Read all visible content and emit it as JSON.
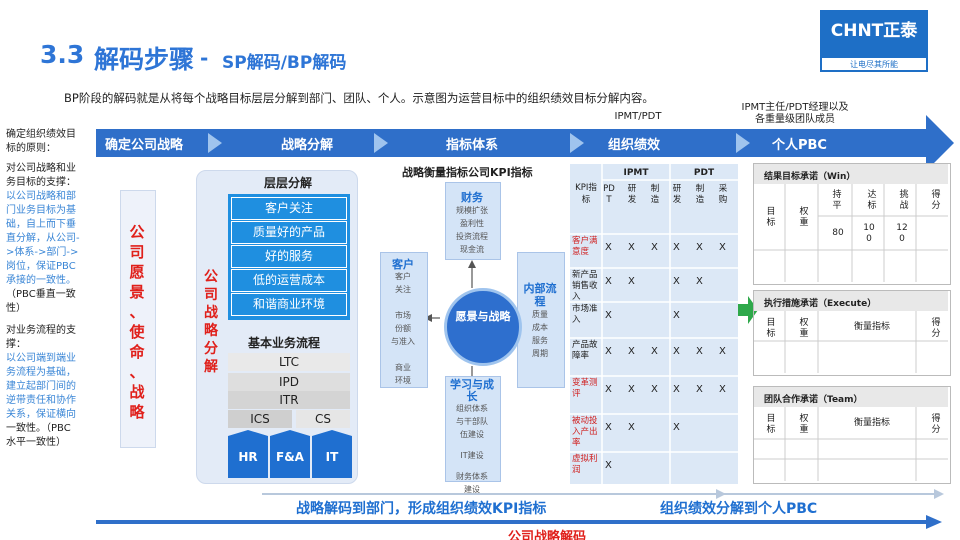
{
  "header": {
    "number": "3.3",
    "title": "解码步骤",
    "dash": "-",
    "subtitle": "SP解码/BP解码",
    "logo": "CHNT正泰",
    "slogan": "让电尽其所能"
  },
  "intro": "BP阶段的解码就是从将每个战略目标层层分解到部门、团队、个人。示意图为运营目标中的组织绩效目标分解内容。",
  "annotations": {
    "ipmt_pdt": "IPMT/PDT",
    "ipmt_leader_l1": "IPMT主任/PDT经理以及",
    "ipmt_leader_l2": "各重量级团队成员"
  },
  "stages": [
    "确定公司战略",
    "战略分解",
    "指标体系",
    "组织绩效",
    "个人PBC"
  ],
  "left_notes": {
    "lines": [
      {
        "text": "确定组织绩效目",
        "blue": false
      },
      {
        "text": "标的原则：",
        "blue": false
      },
      {
        "text": "对公司战略和业",
        "blue": false
      },
      {
        "text": "务目标的支撑：",
        "blue": false
      },
      {
        "text": "以公司战略和部",
        "blue": true
      },
      {
        "text": "门业务目标为基",
        "blue": true
      },
      {
        "text": "础，自上而下垂",
        "blue": true
      },
      {
        "text": "直分解，从公司-",
        "blue": true
      },
      {
        "text": ">体系->部门->",
        "blue": true
      },
      {
        "text": "岗位，保证PBC",
        "blue": true
      },
      {
        "text": "承接的一致性。",
        "blue": true
      },
      {
        "text": "（PBC垂直一致",
        "blue": false
      },
      {
        "text": "性）",
        "blue": false
      },
      {
        "text": "",
        "blue": false
      },
      {
        "text": "对业务流程的支",
        "blue": false
      },
      {
        "text": "撑：",
        "blue": false
      },
      {
        "text": "以公司端到端业",
        "blue": true
      },
      {
        "text": "务流程为基础，",
        "blue": true
      },
      {
        "text": "建立起部门间的",
        "blue": true
      },
      {
        "text": "逆带责任和协作",
        "blue": true
      },
      {
        "text": "关系，保证横向",
        "blue": true
      },
      {
        "text": "一致性。（PBC",
        "blue": false
      },
      {
        "text": "水平一致性）",
        "blue": false
      }
    ]
  },
  "vision": "公司愿景、使命、战略",
  "strategy_decomp": {
    "vertical_label": "公司战略分解",
    "layers_title": "层层分解",
    "layers": [
      "客户关注",
      "质量好的产品",
      "好的服务",
      "低的运营成本",
      "和谐商业环境"
    ],
    "flow_title": "基本业务流程",
    "flows": [
      "LTC",
      "IPD",
      "ITR",
      "ICS",
      "CS"
    ],
    "departments": [
      "HR",
      "F&A",
      "IT"
    ]
  },
  "kpi_system": {
    "title": "战略衡量指标公司KPI指标",
    "center": "愿景与战略",
    "finance": {
      "title": "财务",
      "items": [
        "规模扩张",
        "盈利性",
        "投资流程",
        "现金流"
      ]
    },
    "customer": {
      "title": "客户",
      "items": [
        "客户",
        "关注",
        "",
        "市场",
        "份额",
        "与准入",
        "",
        "商业",
        "环境"
      ]
    },
    "process": {
      "title": "内部流程",
      "items": [
        "质量",
        "成本",
        "服务",
        "周期"
      ]
    },
    "learning": {
      "title": "学习与成长",
      "items": [
        "组织体系",
        "与干部队",
        "伍建设",
        "",
        "IT建设",
        "",
        "财务体系",
        "建设"
      ]
    }
  },
  "org_perf": {
    "kpi_label": "KPI指标",
    "groups": [
      "IPMT",
      "PDT"
    ],
    "columns": [
      "PDT",
      "研发",
      "制造",
      "研发",
      "制造",
      "采购"
    ],
    "rows": [
      {
        "label": "客户满意度",
        "red": true,
        "marks": [
          "X",
          "X",
          "X",
          "X",
          "X",
          "X"
        ]
      },
      {
        "label": "新产品销售收入",
        "red": false,
        "marks": [
          "X",
          "X",
          "",
          "X",
          "X",
          ""
        ]
      },
      {
        "label": "市场准入",
        "red": false,
        "marks": [
          "X",
          "",
          "",
          "X",
          "",
          ""
        ]
      },
      {
        "label": "产品故障率",
        "red": false,
        "marks": [
          "X",
          "X",
          "X",
          "X",
          "X",
          "X"
        ]
      },
      {
        "label": "变革测评",
        "red": true,
        "marks": [
          "X",
          "X",
          "X",
          "X",
          "X",
          "X"
        ]
      },
      {
        "label": "被动投入产出率",
        "red": true,
        "marks": [
          "X",
          "X",
          "",
          "X",
          "",
          ""
        ]
      },
      {
        "label": "虚拟利润",
        "red": true,
        "marks": [
          "X",
          "",
          "",
          "",
          "",
          ""
        ]
      }
    ]
  },
  "pbc": {
    "win": {
      "title": "结果目标承诺（Win）",
      "cols": [
        "目标",
        "权重",
        "持平",
        "达标",
        "挑战",
        "得分"
      ],
      "values": [
        "80",
        "100",
        "120"
      ]
    },
    "execute": {
      "title": "执行措施承诺（Execute）",
      "cols": [
        "目标",
        "权重",
        "衡量指标",
        "得分"
      ]
    },
    "team": {
      "title": "团队合作承诺（Team）",
      "cols": [
        "目标",
        "权重",
        "衡量指标",
        "得分"
      ]
    }
  },
  "bottom": {
    "left": "战略解码到部门，形成组织绩效KPI指标",
    "right": "组织绩效分解到个人PBC",
    "final": "公司战略解码"
  },
  "colors": {
    "primary": "#2e75d6",
    "arrow": "#2f6fc9",
    "red": "#e0201b",
    "layer": "#1f8fe0"
  }
}
